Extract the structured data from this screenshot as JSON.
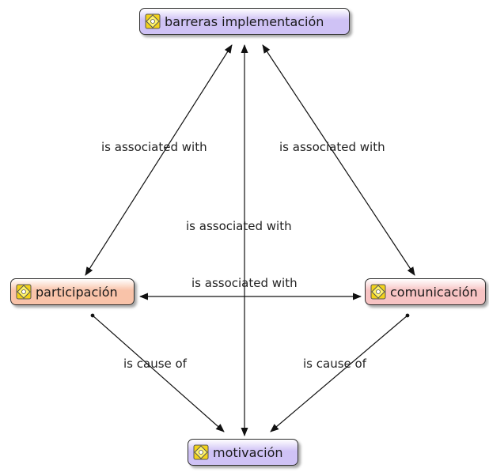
{
  "nodes": {
    "barreras": {
      "label": "barreras implementación",
      "color": "#cfc2f5",
      "icon": "node-code-icon"
    },
    "participacion": {
      "label": "participación",
      "color": "#f9c3a9",
      "icon": "node-code-icon"
    },
    "comunicacion": {
      "label": "comunicación",
      "color": "#f7c3c3",
      "icon": "node-code-icon"
    },
    "motivacion": {
      "label": "motivación",
      "color": "#cfc2f5",
      "icon": "node-code-icon"
    }
  },
  "edges": {
    "barreras_participacion": "is associated with",
    "barreras_comunicacion": "is associated with",
    "barreras_motivacion": "is associated with",
    "participacion_comunicacion": "is associated with",
    "participacion_motivacion": "is cause of",
    "comunicacion_motivacion": "is cause of"
  }
}
